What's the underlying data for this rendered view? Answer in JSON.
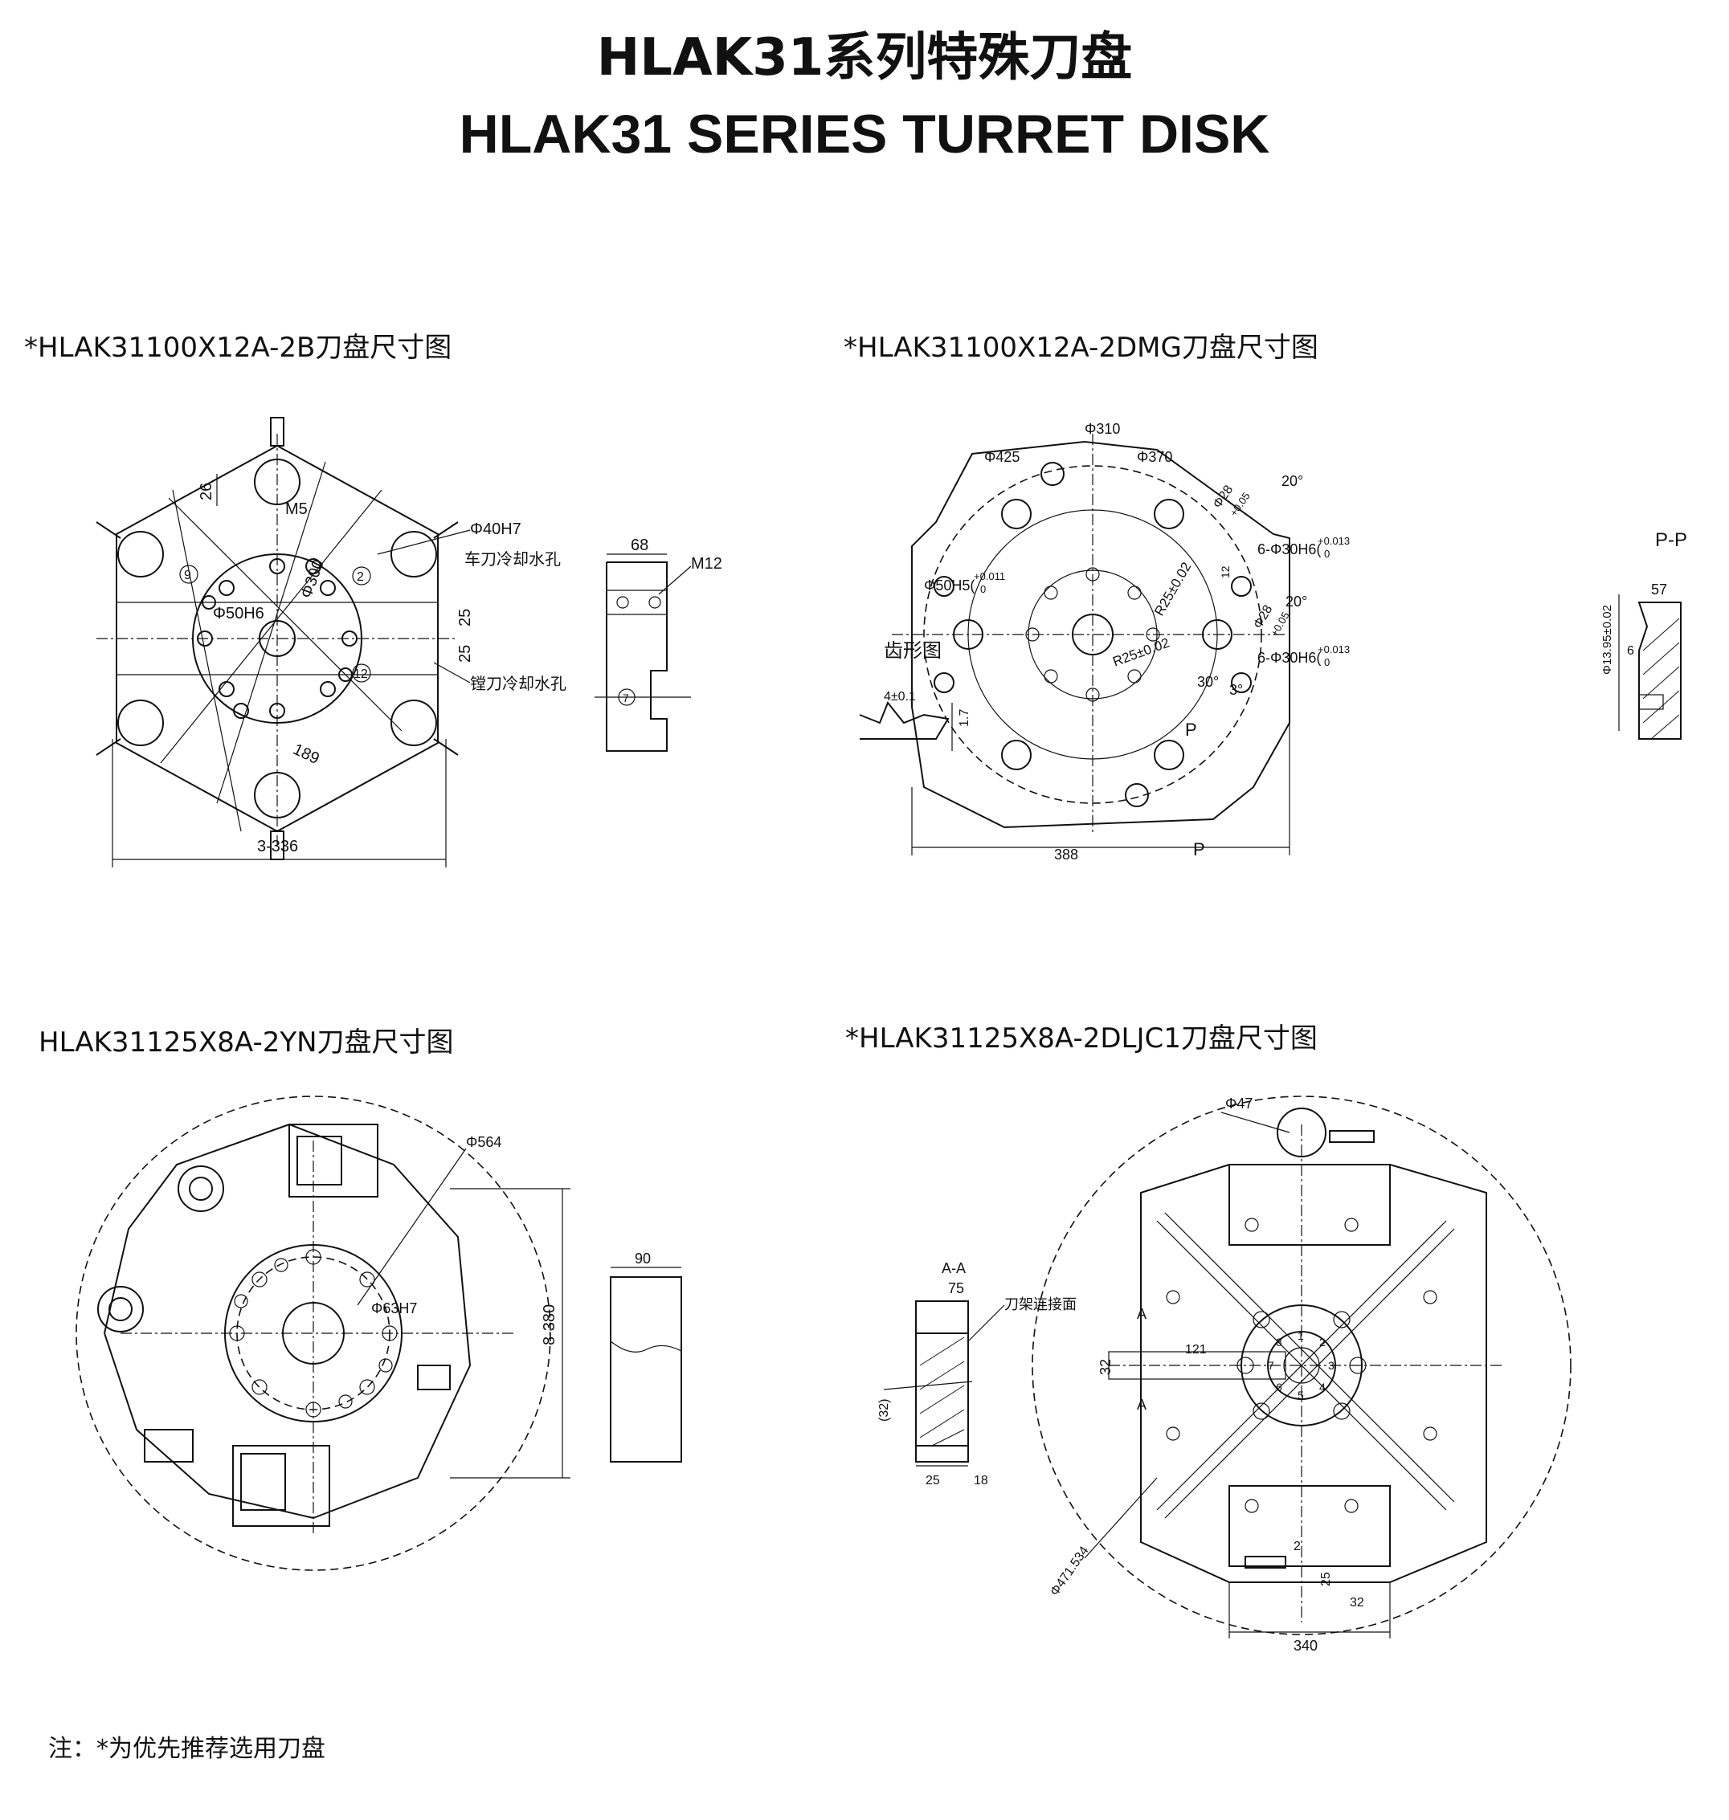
{
  "header": {
    "title_cn": "HLAK31系列特殊刀盘",
    "title_en": "HLAK31 SERIES  TURRET DISK"
  },
  "drawings": [
    {
      "caption": "*HLAK31100X12A-2B刀盘尺寸图",
      "dims": {
        "d26": "26",
        "m5": "M5",
        "d40h7": "Φ40H7",
        "coolant_turning": "车刀冷却水孔",
        "d300": "Φ300",
        "d50h6": "Φ50H6",
        "d25a": "25",
        "d25b": "25",
        "coolant_boring": "镗刀冷却水孔",
        "d189": "189",
        "d3_336": "3-336",
        "n9": "9",
        "n2": "2",
        "n12": "12",
        "d68": "68",
        "m12": "M12",
        "n7": "7"
      }
    },
    {
      "caption": "*HLAK31100X12A-2DMG刀盘尺寸图",
      "dims": {
        "d425": "Φ425",
        "d310": "Φ310",
        "d370": "Φ370",
        "ang20a": "20°",
        "d28a": "Φ28",
        "tol005a": "+0.05",
        "d30h6a": "6-Φ30H6(",
        "tol0013a": "+0.013",
        "zero_a": "0",
        "d50h5": "Φ50H5(",
        "tol0011": "+0.011",
        "zero_b": "0",
        "r25": "R25±0.02",
        "ang20b": "20°",
        "d28b": "Φ28",
        "tol005b": "+0.05",
        "d30h6b": "6-Φ30H6(",
        "tol0013b": "+0.013",
        "zero_c": "0",
        "r25b": "R25±0.02",
        "ang30": "30°",
        "ang3": "3°",
        "p_label": "P",
        "p_label2": "P",
        "d388": "388",
        "tooth_title": "齿形图",
        "tooth_w": "4±0.1",
        "tooth_h": "1.7",
        "pp_title": "P-P",
        "d1395": "Φ13.95±0.02",
        "d57": "57",
        "d6": "6",
        "r12": "12"
      }
    },
    {
      "caption": "HLAK31125X8A-2YN刀盘尺寸图",
      "dims": {
        "d564": "Φ564",
        "d63h7": "Φ63H7",
        "d8_380": "8-380",
        "d90": "90"
      }
    },
    {
      "caption": "*HLAK31125X8A-2DLJC1刀盘尺寸图",
      "dims": {
        "d47": "Φ47",
        "aa": "A-A",
        "d75": "75",
        "face": "刀架连接面",
        "a1": "A",
        "a2": "A",
        "d32": "32",
        "d121": "121",
        "d32p": "(32)",
        "d25": "25",
        "d18": "18",
        "d471": "Φ471.534",
        "d2": "2",
        "d25b": "25",
        "d32b": "32",
        "d340": "340",
        "ring": [
          "1",
          "2",
          "3",
          "4",
          "5",
          "6",
          "7",
          "8"
        ]
      }
    }
  ],
  "footnote": "注：*为优先推荐选用刀盘"
}
